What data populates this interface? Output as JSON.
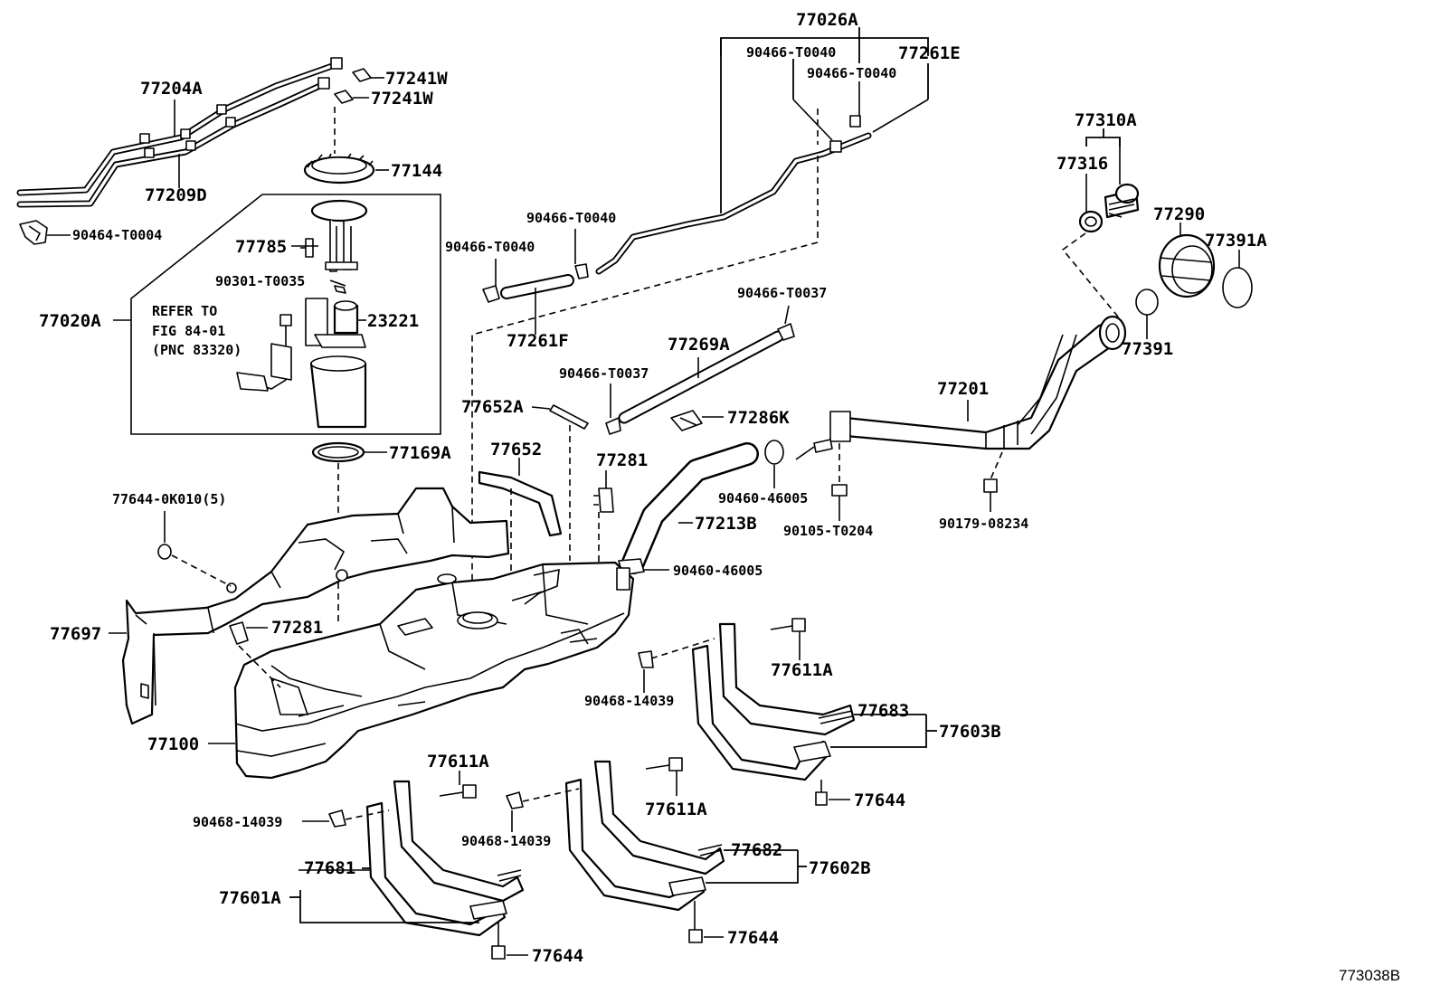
{
  "diagram_id": "773038B",
  "refer_note": {
    "line1": "REFER TO",
    "line2": "FIG 84-01",
    "line3": "(PNC 83320)"
  },
  "parts": {
    "p77026A": "77026A",
    "p90466_T0040_a": "90466-T0040",
    "p90466_T0040_b": "90466-T0040",
    "p77261E": "77261E",
    "p77204A": "77204A",
    "p77241W_a": "77241W",
    "p77241W_b": "77241W",
    "p77144": "77144",
    "p77209D": "77209D",
    "p90464_T0004": "90464-T0004",
    "p77785": "77785",
    "p90301_T0035": "90301-T0035",
    "p23221": "23221",
    "p77020A": "77020A",
    "p77169A": "77169A",
    "p90466_T0040_c": "90466-T0040",
    "p90466_T0040_d": "90466-T0040",
    "p77261F": "77261F",
    "p77310A": "77310A",
    "p77316": "77316",
    "p77290": "77290",
    "p77391A": "77391A",
    "p77391": "77391",
    "p90466_T0037_a": "90466-T0037",
    "p77269A": "77269A",
    "p90466_T0037_b": "90466-T0037",
    "p77286K": "77286K",
    "p77652A": "77652A",
    "p77201": "77201",
    "p77652": "77652",
    "p77281_a": "77281",
    "p90460_46005_a": "90460-46005",
    "p77213B": "77213B",
    "p90105_T0204": "90105-T0204",
    "p90179_08234": "90179-08234",
    "p77644_0K010": "77644-0K010(5)",
    "p90460_46005_b": "90460-46005",
    "p77697": "77697",
    "p77281_b": "77281",
    "p77611A_a": "77611A",
    "p90468_14039_a": "90468-14039",
    "p77683": "77683",
    "p77603B": "77603B",
    "p77100": "77100",
    "p77644_a": "77644",
    "p77611A_b": "77611A",
    "p77611A_c": "77611A",
    "p90468_14039_b": "90468-14039",
    "p90468_14039_c": "90468-14039",
    "p77682": "77682",
    "p77681": "77681",
    "p77602B": "77602B",
    "p77601A": "77601A",
    "p77644_b": "77644",
    "p77644_c": "77644"
  }
}
